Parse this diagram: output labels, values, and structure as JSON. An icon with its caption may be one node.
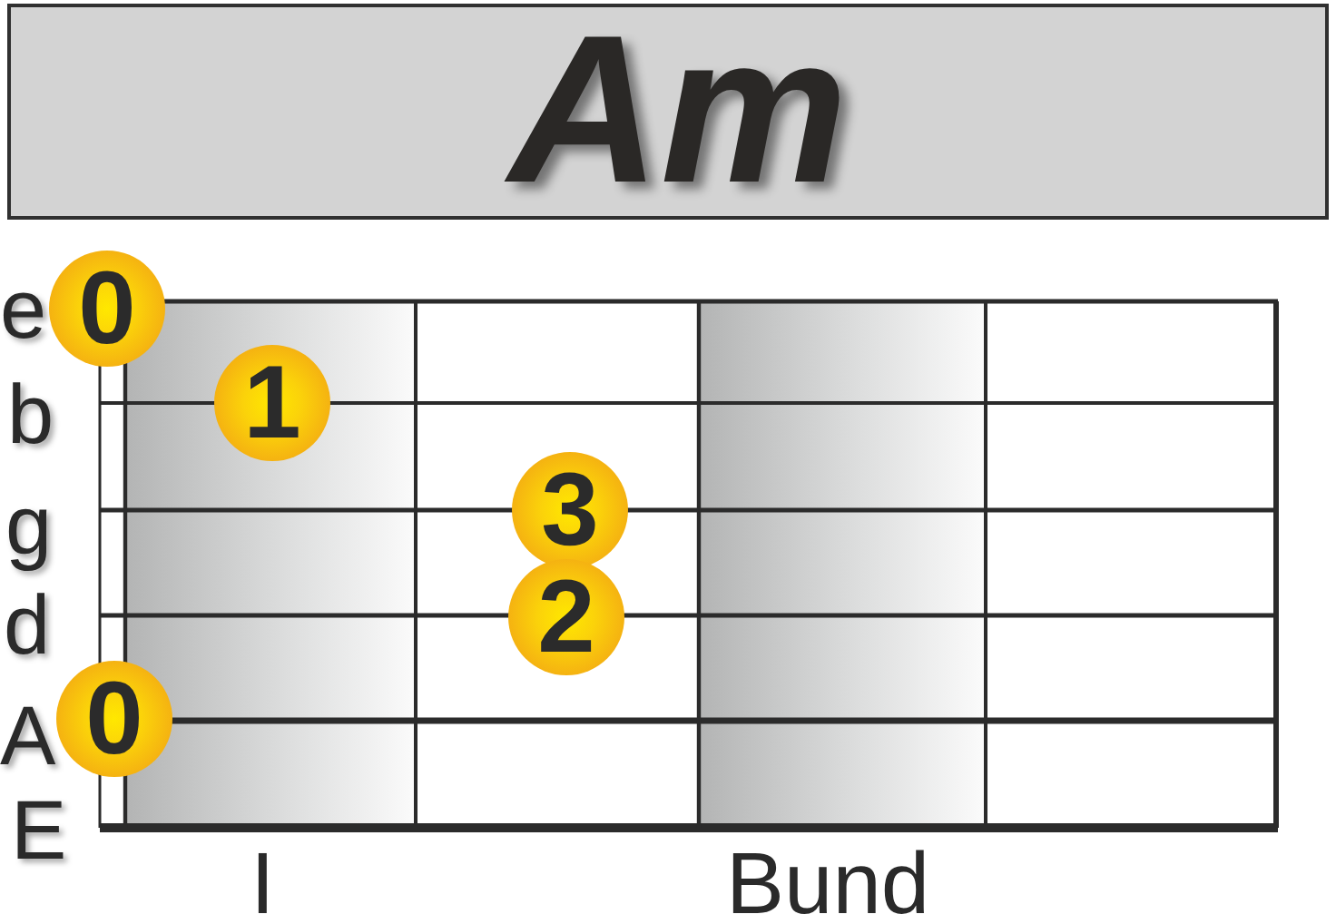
{
  "diagram": {
    "title": "Am",
    "nodes": [
      {
        "text": [
          "0"
        ]
      },
      {
        "text": [
          "1"
        ]
      },
      {
        "text": [
          "3"
        ]
      },
      {
        "text": [
          "2"
        ]
      },
      {
        "text": [
          "0"
        ]
      }
    ],
    "labels": [
      "e",
      "b",
      "g",
      "d",
      "A",
      "E",
      "I",
      "Bund"
    ]
  }
}
